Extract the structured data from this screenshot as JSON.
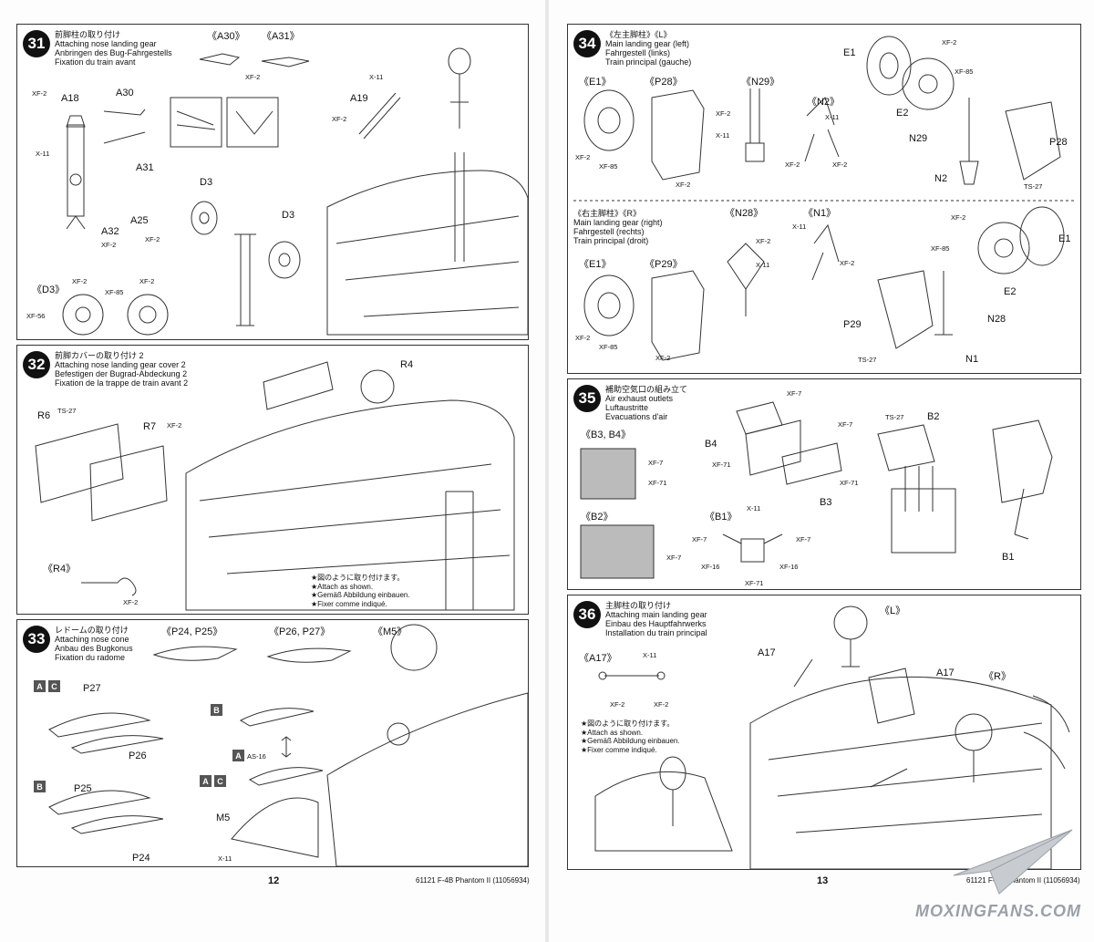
{
  "left_page": {
    "page_number": "12",
    "footer": "61121  F-4B Phantom II (11056934)",
    "step31": {
      "num": "31",
      "title_jp": "前脚柱の取り付け",
      "title_en": "Attaching nose landing gear",
      "title_de": "Anbringen des Bug-Fahrgestells",
      "title_fr": "Fixation du train avant",
      "labels": {
        "a30_group": "《A30》",
        "a31_group": "《A31》",
        "a30": "A30",
        "a31": "A31",
        "a18": "A18",
        "a19": "A19",
        "a25": "A25",
        "a32": "A32",
        "d3a": "D3",
        "d3b": "D3",
        "d3_group": "《D3》"
      },
      "paints": {
        "xf2": "XF-2",
        "x11": "X-11",
        "xf85": "XF-85",
        "xf56": "XF-56"
      }
    },
    "step32": {
      "num": "32",
      "title_jp": "前脚カバーの取り付け 2",
      "title_en": "Attaching nose landing gear cover 2",
      "title_de": "Befestigen der Bugrad-Abdeckung 2",
      "title_fr": "Fixation de la trappe de train avant 2",
      "labels": {
        "r6": "R6",
        "r7": "R7",
        "r4": "R4",
        "r4_group": "《R4》",
        "ts27": "TS-27",
        "xf2": "XF-2"
      },
      "notes": [
        "★図のように取り付けます。",
        "★Attach as shown.",
        "★Gemäß Abbildung einbauen.",
        "★Fixer comme indiqué."
      ]
    },
    "step33": {
      "num": "33",
      "title_jp": "レドームの取り付け",
      "title_en": "Attaching nose cone",
      "title_de": "Anbau des Bugkonus",
      "title_fr": "Fixation du radome",
      "labels": {
        "p24_p25": "《P24, P25》",
        "p26_p27": "《P26, P27》",
        "m5_group": "《M5》",
        "p27": "P27",
        "p26": "P26",
        "p25": "P25",
        "p24": "P24",
        "m5": "M5",
        "as16": "AS-16",
        "x11": "X-11"
      },
      "letters": {
        "a": "A",
        "c": "C",
        "b": "B"
      }
    }
  },
  "right_page": {
    "page_number": "13",
    "footer": "61121  F-4B Phantom II (11056934)",
    "step34": {
      "num": "34",
      "left": {
        "title_jp": "《左主脚柱》《L》",
        "title_en": "Main landing gear (left)",
        "title_de": "Fahrgestell (links)",
        "title_fr": "Train principal (gauche)"
      },
      "right": {
        "title_jp": "《右主脚柱》《R》",
        "title_en": "Main landing gear (right)",
        "title_de": "Fahrgestell (rechts)",
        "title_fr": "Train principal (droit)"
      },
      "labels": {
        "e1_group": "《E1》",
        "p28_group": "《P28》",
        "n29_group": "《N29》",
        "n2_group": "《N2》",
        "p29_group": "《P29》",
        "n28_group": "《N28》",
        "n1_group": "《N1》",
        "e1": "E1",
        "e2": "E2",
        "n29": "N29",
        "n2": "N2",
        "p28": "P28",
        "p29": "P29",
        "n28": "N28",
        "n1": "N1",
        "ts27": "TS-27"
      },
      "paints": {
        "xf2": "XF-2",
        "xf85": "XF-85",
        "x11": "X-11"
      }
    },
    "step35": {
      "num": "35",
      "title_jp": "補助空気口の組み立て",
      "title_en": "Air exhaust outlets",
      "title_de": "Luftaustritte",
      "title_fr": "Evacuations d'air",
      "labels": {
        "b3b4_group": "《B3, B4》",
        "b2_group": "《B2》",
        "b1_group": "《B1》",
        "b4": "B4",
        "b3": "B3",
        "b2": "B2",
        "b1": "B1",
        "ts27": "TS-27"
      },
      "paints": {
        "xf7": "XF-7",
        "xf71": "XF-71",
        "xf16": "XF-16",
        "x11": "X-11"
      }
    },
    "step36": {
      "num": "36",
      "title_jp": "主脚柱の取り付け",
      "title_en": "Attaching main landing gear",
      "title_de": "Einbau des Hauptfahrwerks",
      "title_fr": "Installation du train principal",
      "labels": {
        "a17_group": "《A17》",
        "a17a": "A17",
        "a17b": "A17",
        "l_group": "《L》",
        "r_group": "《R》",
        "x11": "X-11",
        "xf2": "XF-2"
      },
      "notes": [
        "★図のように取り付けます。",
        "★Attach as shown.",
        "★Gemäß Abbildung einbauen.",
        "★Fixer comme indiqué."
      ]
    },
    "watermark": "MOXINGFANS.COM"
  }
}
